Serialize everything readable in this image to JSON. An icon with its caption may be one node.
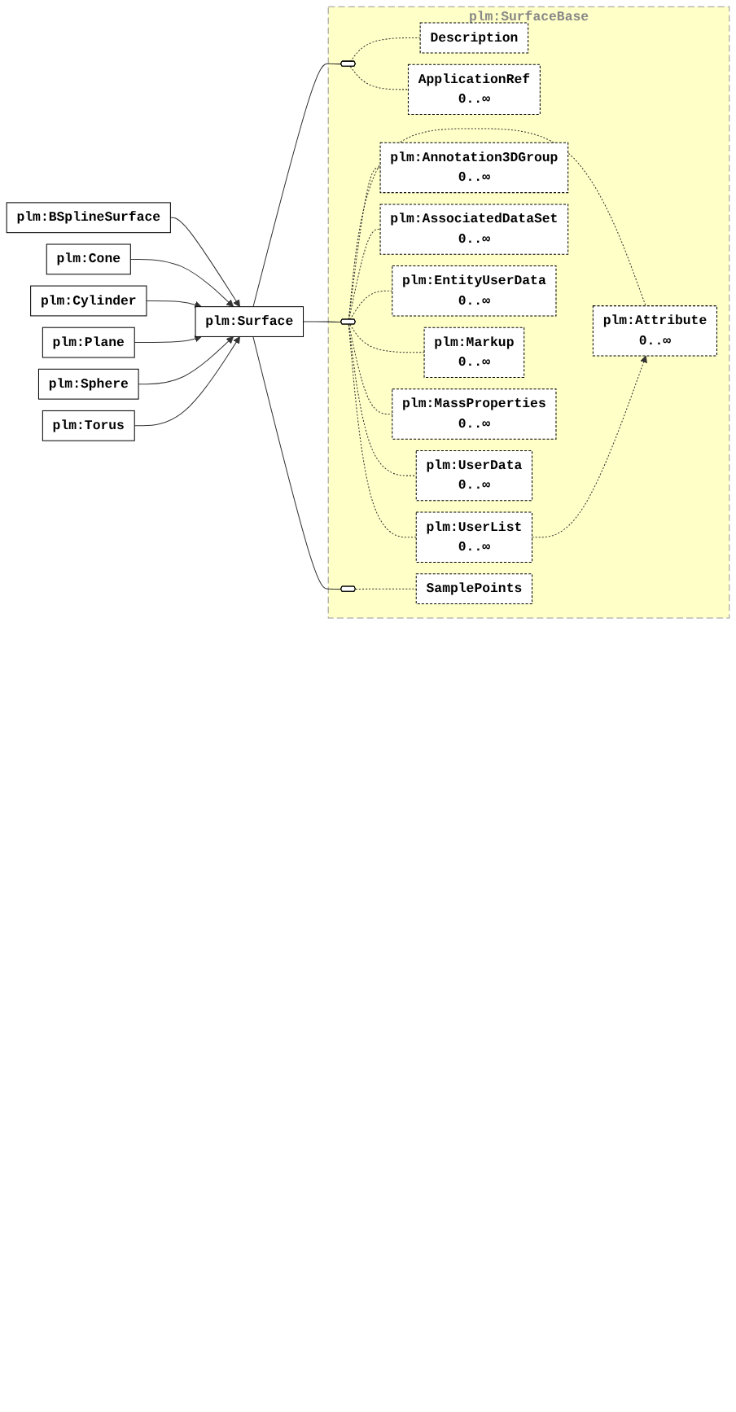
{
  "diagram": {
    "nodes": [
      {
        "text": [
          "plm:Surface"
        ]
      },
      {
        "text": [
          "plm:SurfaceBase"
        ]
      },
      {
        "text": [],
        "shape": "octagon",
        "in": 1
      },
      {
        "text": [
          "Description"
        ],
        "in": 1
      },
      {
        "text": [
          "ApplicationRef",
          "0..∞"
        ],
        "in": 1
      },
      {
        "text": [],
        "shape": "octagon",
        "in": 1
      },
      {
        "text": [
          "plm:Attribute",
          "0..∞"
        ],
        "in": 1
      },
      {
        "text": [
          "plm:Annotation3DGroup",
          "0..∞"
        ],
        "in": 1
      },
      {
        "text": [
          "plm:AssociatedDataSet",
          "0..∞"
        ],
        "in": 1
      },
      {
        "text": [
          "plm:EntityUserData",
          "0..∞"
        ],
        "in": 1
      },
      {
        "text": [
          "plm:Markup",
          "0..∞"
        ],
        "in": 1
      },
      {
        "text": [
          "plm:MassProperties",
          "0..∞"
        ],
        "in": 1
      },
      {
        "text": [
          "plm:UserData",
          "0..∞"
        ],
        "in": 1
      },
      {
        "text": [
          "plm:UserList",
          "0..∞"
        ],
        "in": 1
      },
      {
        "text": [],
        "shape": "octagon",
        "in": 1
      },
      {
        "text": [
          "SamplePoints"
        ],
        "in": 1
      },
      {
        "text": [
          "plm:BSplineSurface"
        ]
      },
      {
        "text": [
          "plm:Cone"
        ]
      },
      {
        "text": [
          "plm:Cylinder"
        ]
      },
      {
        "text": [
          "plm:Plane"
        ]
      },
      {
        "text": [
          "plm:Sphere"
        ]
      },
      {
        "text": [
          "plm:Torus"
        ]
      }
    ],
    "edges": [
      {
        "from": 0,
        "to": 2,
        "arrow": "none"
      },
      {
        "from": 0,
        "to": 5,
        "arrow": "none"
      },
      {
        "from": 0,
        "to": 14,
        "arrow": "none"
      },
      {
        "from": 2,
        "to": 3,
        "arrow": "none",
        "style": "dashed"
      },
      {
        "from": 2,
        "to": 4,
        "arrow": "none",
        "style": "dashed"
      },
      {
        "from": 5,
        "to": 6,
        "arrow": "none",
        "style": "dashed"
      },
      {
        "from": 5,
        "to": 7,
        "arrow": "none",
        "style": "dashed"
      },
      {
        "from": 5,
        "to": 8,
        "arrow": "none",
        "style": "dashed"
      },
      {
        "from": 5,
        "to": 9,
        "arrow": "none",
        "style": "dashed"
      },
      {
        "from": 5,
        "to": 10,
        "arrow": "none",
        "style": "dashed"
      },
      {
        "from": 5,
        "to": 11,
        "arrow": "none",
        "style": "dashed"
      },
      {
        "from": 5,
        "to": 12,
        "arrow": "none",
        "style": "dashed"
      },
      {
        "from": 5,
        "to": 13,
        "arrow": "none",
        "style": "dashed"
      },
      {
        "from": 13,
        "to": 6,
        "arrow": "to",
        "style": "dashed"
      },
      {
        "from": 14,
        "to": 15,
        "arrow": "none",
        "style": "dashed"
      },
      {
        "from": 16,
        "to": 0,
        "arrow": "to"
      },
      {
        "from": 17,
        "to": 0,
        "arrow": "to"
      },
      {
        "from": 18,
        "to": 0,
        "arrow": "to"
      },
      {
        "from": 19,
        "to": 0,
        "arrow": "to"
      },
      {
        "from": 20,
        "to": 0,
        "arrow": "to"
      },
      {
        "from": 21,
        "to": 0,
        "arrow": "to"
      }
    ]
  }
}
